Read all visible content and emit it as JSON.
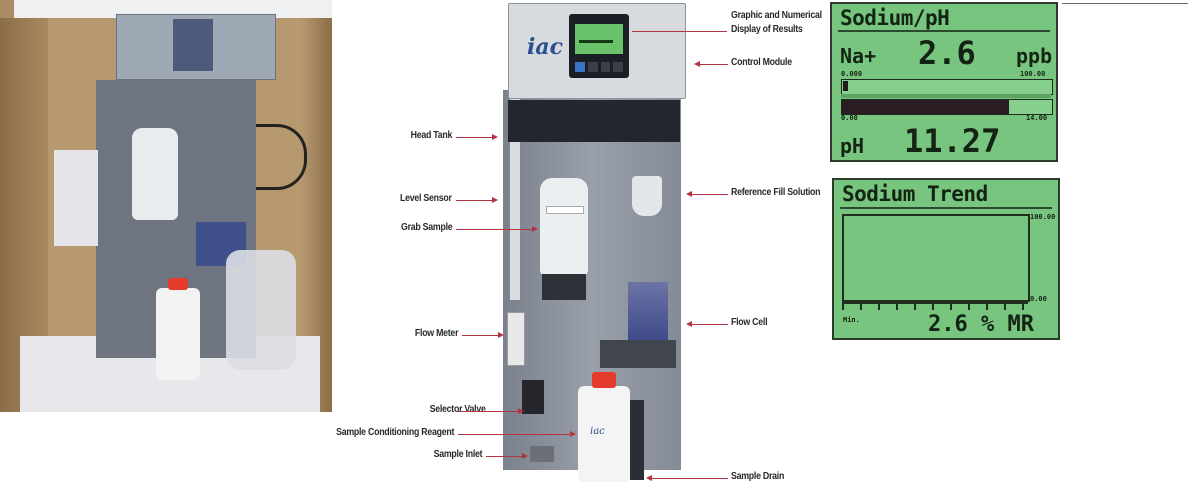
{
  "diagram": {
    "title": "IAC Sodium Analyzer component diagram",
    "brand_logo": "iac",
    "accent_color": "#b1343f",
    "callouts_right": [
      {
        "id": "display",
        "label_line1": "Graphic and Numerical",
        "label_line2": "Display of Results"
      },
      {
        "id": "control",
        "label": "Control Module"
      },
      {
        "id": "reference",
        "label": "Reference Fill Solution"
      },
      {
        "id": "flowcell",
        "label": "Flow Cell"
      },
      {
        "id": "drain",
        "label": "Sample Drain"
      }
    ],
    "callouts_left": [
      {
        "id": "headtank",
        "label": "Head Tank"
      },
      {
        "id": "levelsensor",
        "label": "Level Sensor"
      },
      {
        "id": "grabsample",
        "label": "Grab Sample"
      },
      {
        "id": "flowmeter",
        "label": "Flow Meter"
      },
      {
        "id": "selectorvalve",
        "label": "Selector Valve"
      },
      {
        "id": "reagent",
        "label": "Sample Conditioning Reagent"
      },
      {
        "id": "inlet",
        "label": "Sample Inlet"
      }
    ]
  },
  "screen_sodium_ph": {
    "title": "Sodium/pH",
    "na_label": "Na+",
    "na_value": "2.6",
    "na_unit": "ppb",
    "na_scale_min": "0.000",
    "na_scale_max": "100.00",
    "na_bar_percent": 2.6,
    "ph_scale_min": "0.00",
    "ph_scale_max": "14.00",
    "ph_bar_percent": 80.5,
    "ph_label": "pH",
    "ph_value": "11.27",
    "lcd_color": "#78c57f"
  },
  "screen_sodium_trend": {
    "title": "Sodium Trend",
    "y_max": "100.00",
    "y_min": "0.00",
    "x_label": "Min.",
    "footer_value": "2.6 % MR"
  }
}
